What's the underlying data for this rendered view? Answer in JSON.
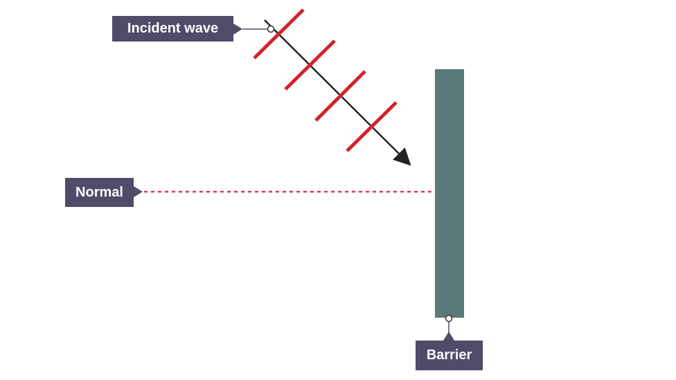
{
  "labels": {
    "incident": "Incident wave",
    "normal": "Normal",
    "barrier": "Barrier"
  },
  "colors": {
    "label_bg": "#4f4b69",
    "wavefront": "#d2232a",
    "barrier": "#5a7a79",
    "normal_line": "#d6336c",
    "arrow": "#222222"
  }
}
